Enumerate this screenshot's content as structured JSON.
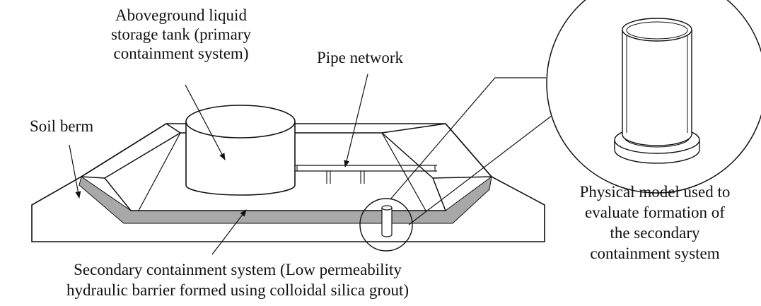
{
  "labels": {
    "tank": [
      "Aboveground liquid",
      "storage tank (primary",
      "containment system)"
    ],
    "pipe_network": "Pipe network",
    "soil_berm": "Soil berm",
    "physical_model": [
      "Physical model used to",
      "evaluate formation of",
      "the secondary",
      "containment system"
    ],
    "secondary": [
      "Secondary containment system (Low permeability",
      "hydraulic barrier formed using colloidal silica grout)"
    ]
  },
  "colors": {
    "stroke": "#111111",
    "barrier_fill": "#a8a8a8",
    "background": "#ffffff"
  }
}
